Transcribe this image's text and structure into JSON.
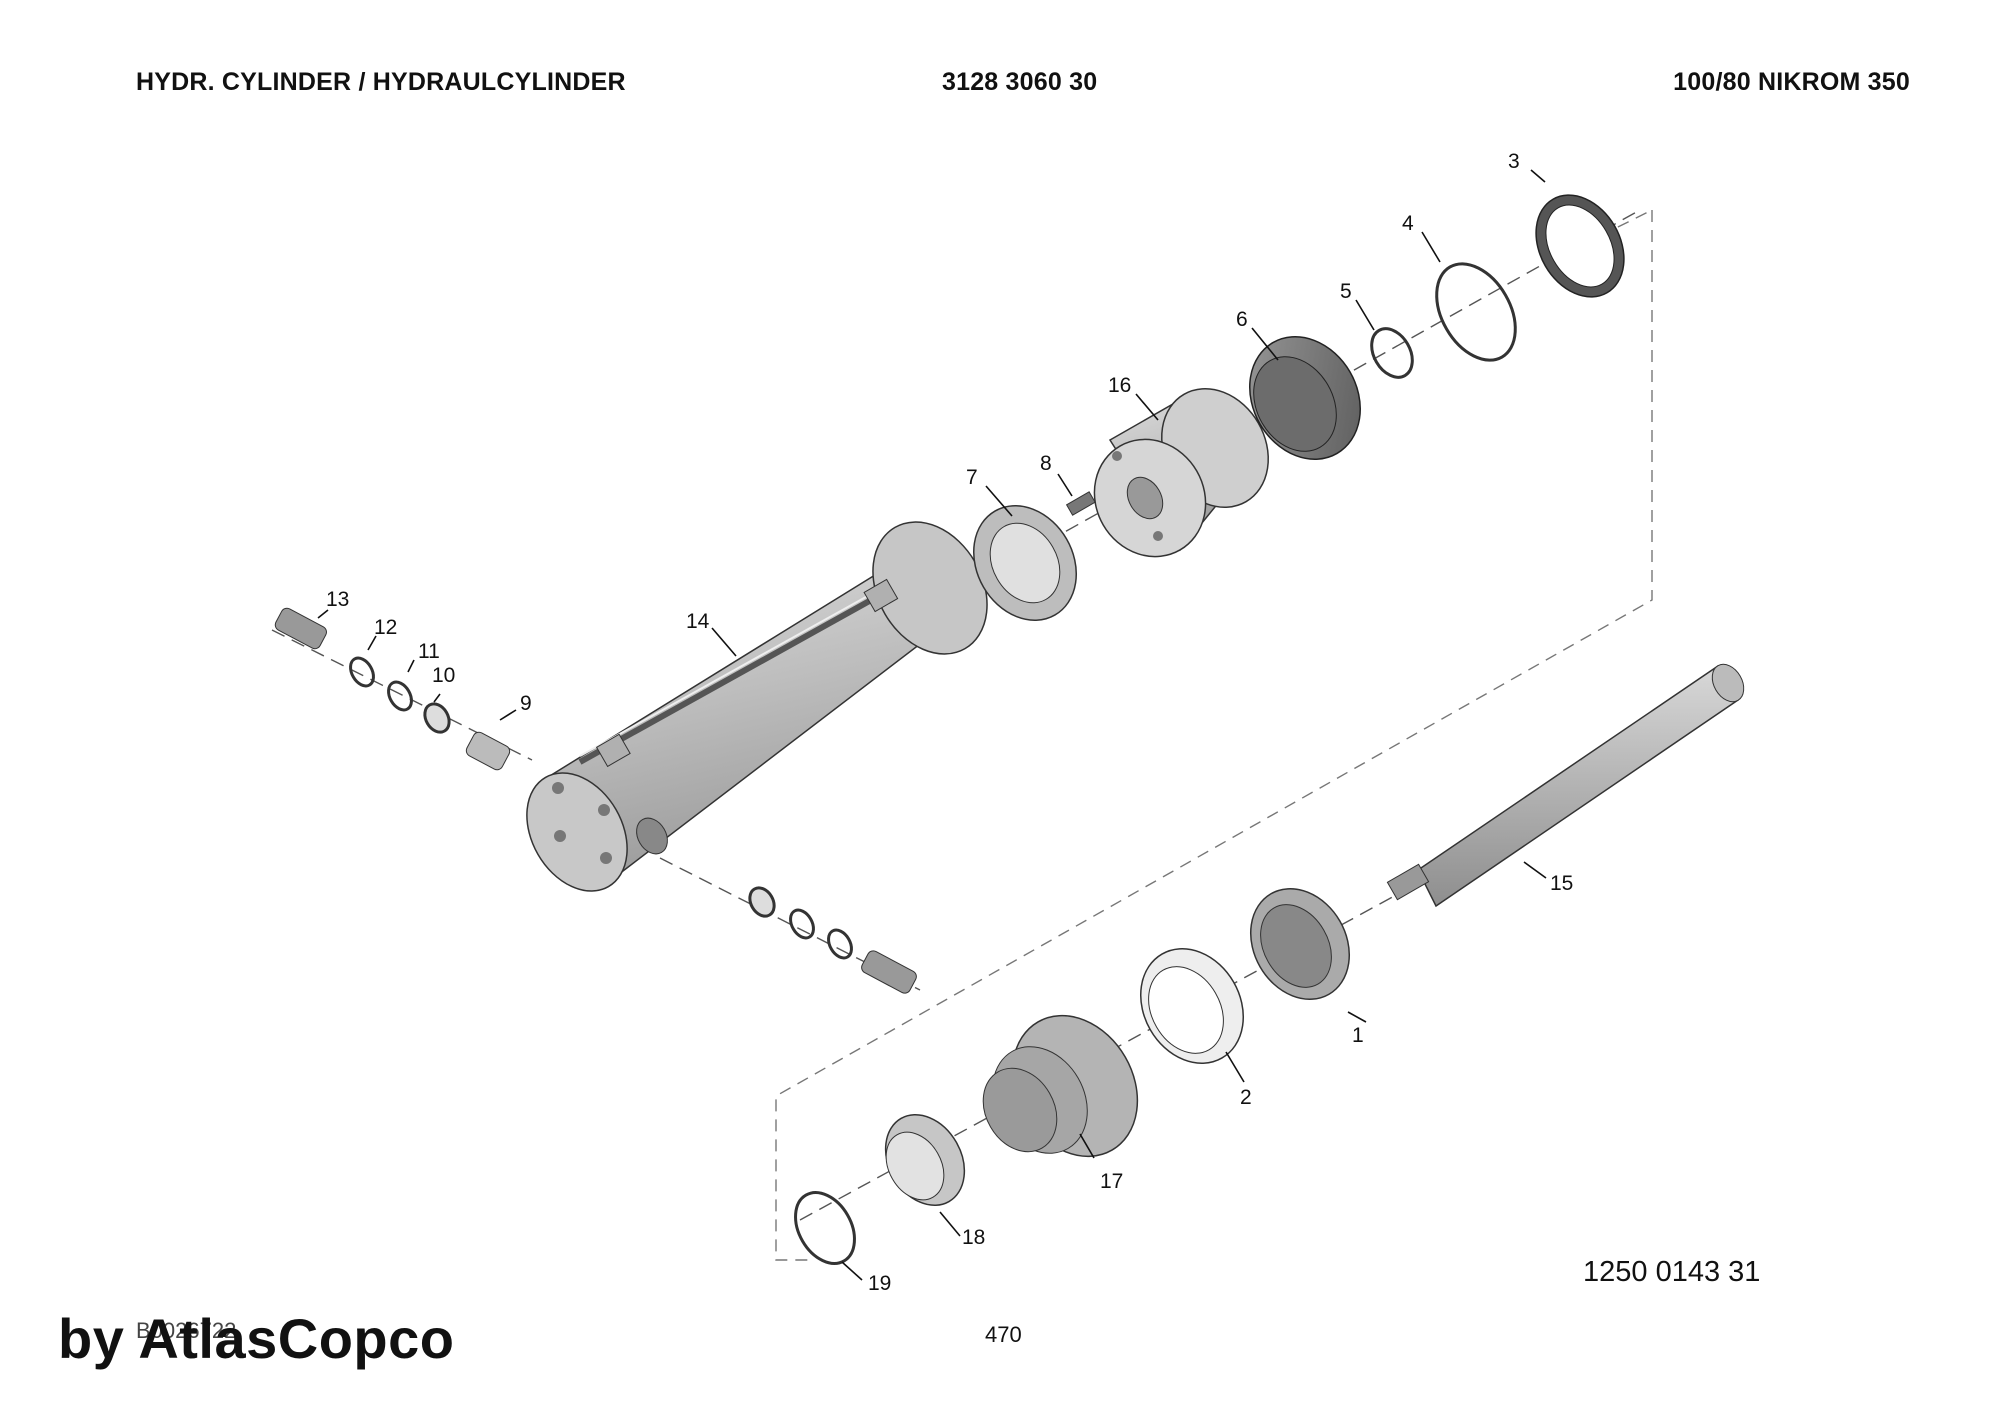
{
  "header": {
    "title": "HYDR. CYLINDER / HYDRAULCYLINDER",
    "part_number": "3128 3060 30",
    "model": "100/80 NIKROM 350"
  },
  "drawing": {
    "callouts": [
      "1",
      "2",
      "3",
      "4",
      "5",
      "6",
      "7",
      "8",
      "9",
      "10",
      "11",
      "12",
      "13",
      "14",
      "15",
      "16",
      "17",
      "18",
      "19"
    ],
    "number": "1250 0143 31"
  },
  "footer": {
    "ref_code": "B0026722",
    "page": "470",
    "watermark": "by AtlasCopco"
  }
}
